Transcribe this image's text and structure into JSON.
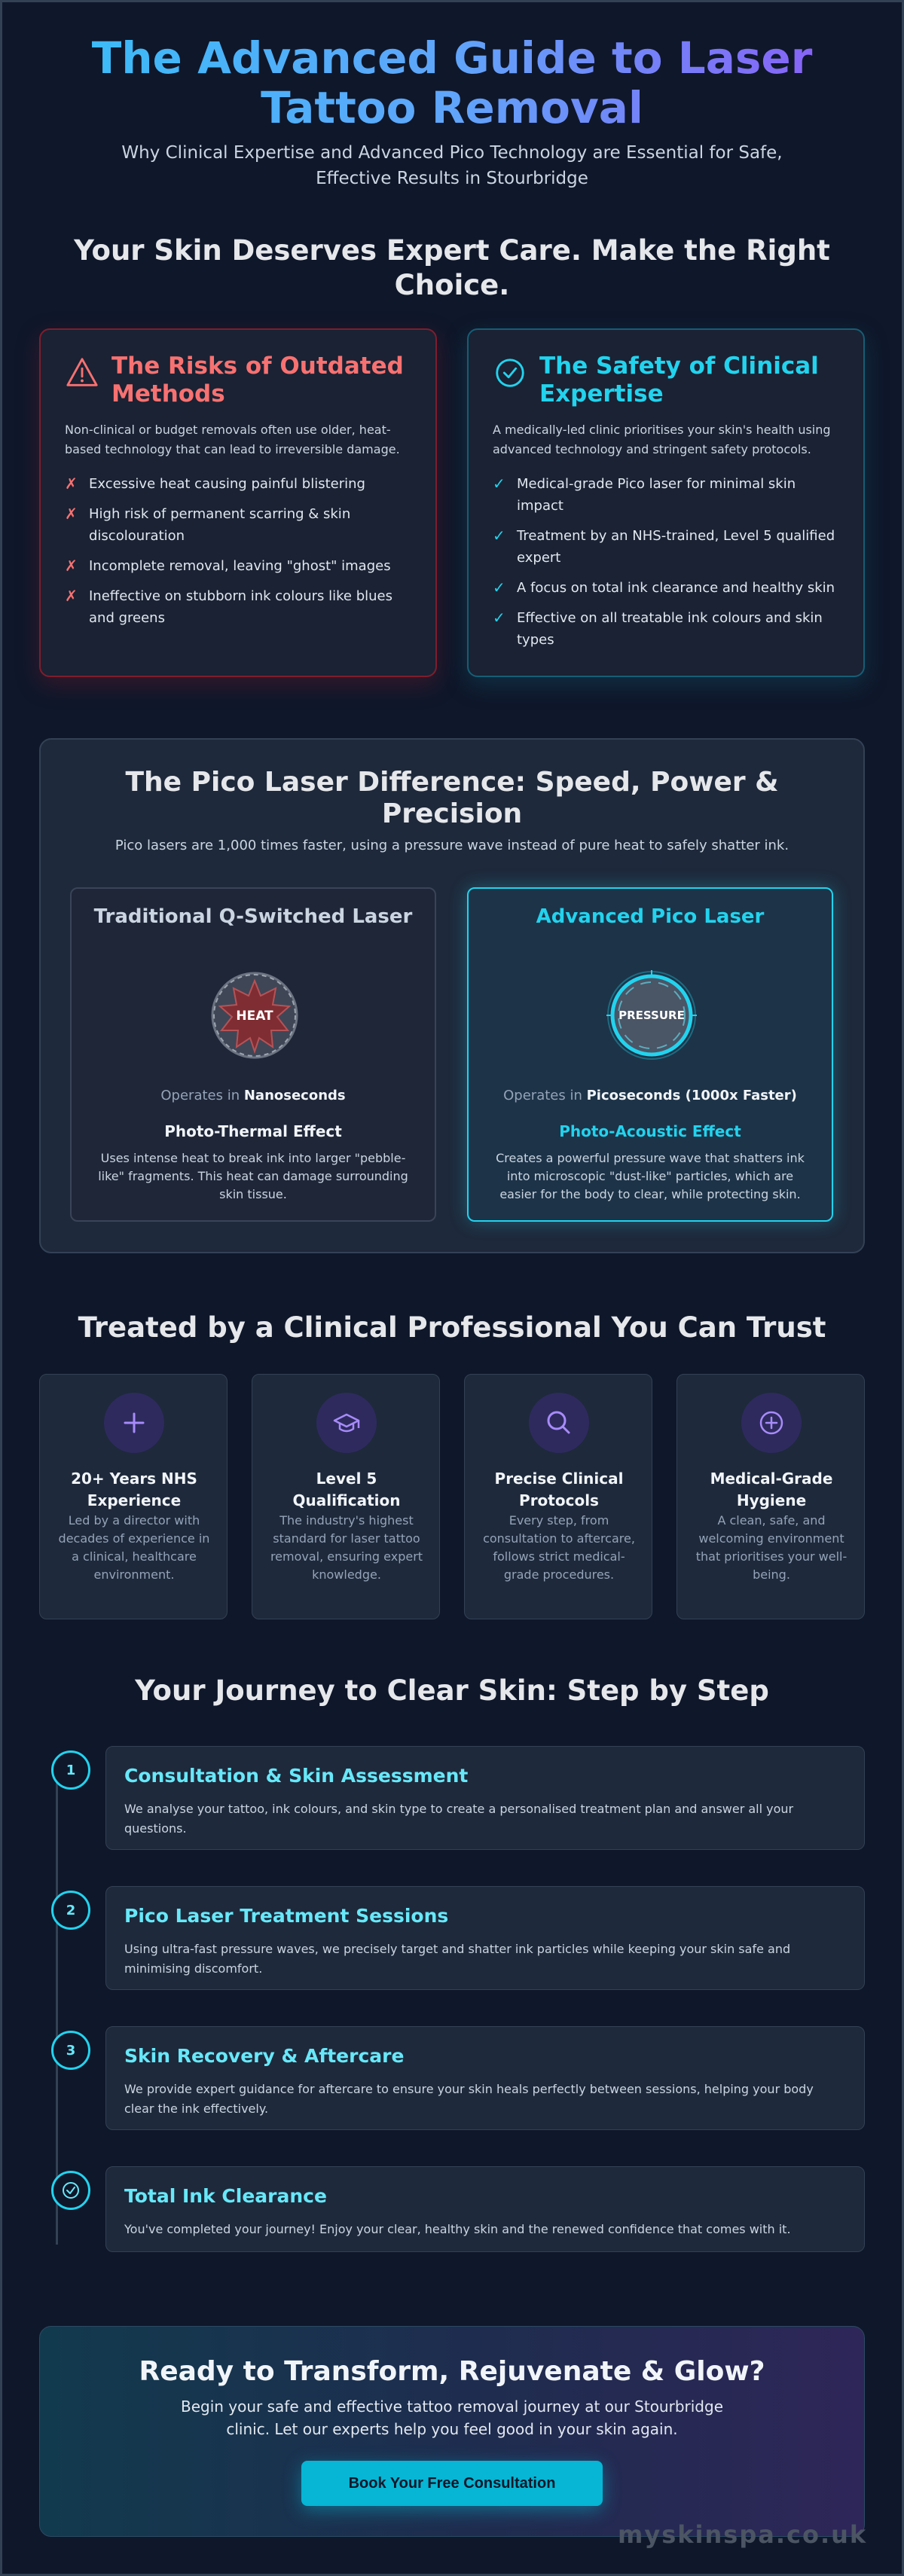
{
  "header": {
    "title": "The Advanced Guide to Laser Tattoo Removal",
    "subtitle": "Why Clinical Expertise and Advanced Pico Technology are Essential for Safe, Effective Results in Stourbridge"
  },
  "comparison": {
    "title": "Your Skin Deserves Expert Care. Make the Right Choice.",
    "risks": {
      "heading": "The Risks of Outdated Methods",
      "intro": "Non-clinical or budget removals often use older, heat-based technology that can lead to irreversible damage.",
      "marker": "✗",
      "items": [
        "Excessive heat causing painful blistering",
        "High risk of permanent scarring & skin discolouration",
        "Incomplete removal, leaving \"ghost\" images",
        "Ineffective on stubborn ink colours like blues and greens"
      ]
    },
    "safety": {
      "heading": "The Safety of Clinical Expertise",
      "intro": "A medically-led clinic prioritises your skin's health using advanced technology and stringent safety protocols.",
      "marker": "✓",
      "items": [
        "Medical-grade Pico laser for minimal skin impact",
        "Treatment by an NHS-trained, Level 5 qualified expert",
        "A focus on total ink clearance and healthy skin",
        "Effective on all treatable ink colours and skin types"
      ]
    }
  },
  "pico": {
    "title": "The Pico Laser Difference: Speed, Power & Precision",
    "subtitle": "Pico lasers are 1,000 times faster, using a pressure wave instead of pure heat to safely shatter ink.",
    "traditional": {
      "title": "Traditional Q-Switched Laser",
      "badge": "HEAT",
      "operates_prefix": "Operates in",
      "operates_value": "Nanoseconds",
      "effect": "Photo-Thermal Effect",
      "description": "Uses intense heat to break ink into larger \"pebble-like\" fragments. This heat can damage surrounding skin tissue."
    },
    "advanced": {
      "title": "Advanced Pico Laser",
      "badge": "PRESSURE",
      "operates_prefix": "Operates in",
      "operates_value": "Picoseconds (1000x Faster)",
      "effect": "Photo-Acoustic Effect",
      "description": "Creates a powerful pressure wave that shatters ink into microscopic \"dust-like\" particles, which are easier for the body to clear, while protecting skin."
    }
  },
  "trust": {
    "title": "Treated by a Clinical Professional You Can Trust",
    "features": [
      {
        "icon": "plus-icon",
        "title": "20+ Years NHS Experience",
        "text": "Led by a director with decades of experience in a clinical, healthcare environment."
      },
      {
        "icon": "graduation-cap-icon",
        "title": "Level 5 Qualification",
        "text": "The industry's highest standard for laser tattoo removal, ensuring expert knowledge."
      },
      {
        "icon": "search-icon",
        "title": "Precise Clinical Protocols",
        "text": "Every step, from consultation to aftercare, follows strict medical-grade procedures."
      },
      {
        "icon": "plus-circle-icon",
        "title": "Medical-Grade Hygiene",
        "text": "A clean, safe, and welcoming environment that prioritises your well-being."
      }
    ]
  },
  "journey": {
    "title": "Your Journey to Clear Skin: Step by Step",
    "steps": [
      {
        "number": "1",
        "title": "Consultation & Skin Assessment",
        "text": "We analyse your tattoo, ink colours, and skin type to create a personalised treatment plan and answer all your questions."
      },
      {
        "number": "2",
        "title": "Pico Laser Treatment Sessions",
        "text": "Using ultra-fast pressure waves, we precisely target and shatter ink particles while keeping your skin safe and minimising discomfort."
      },
      {
        "number": "3",
        "title": "Skin Recovery & Aftercare",
        "text": "We provide expert guidance for aftercare to ensure your skin heals perfectly between sessions, helping your body clear the ink effectively."
      },
      {
        "number": "",
        "title": "Total Ink Clearance",
        "text": "You've completed your journey! Enjoy your clear, healthy skin and the renewed confidence that comes with it."
      }
    ]
  },
  "cta": {
    "title": "Ready to Transform, Rejuvenate & Glow?",
    "text": "Begin your safe and effective tattoo removal journey at our Stourbridge clinic. Let our experts help you feel good in your skin again.",
    "button": "Book Your Free Consultation"
  },
  "watermark": "myskinspa.co.uk",
  "colors": {
    "background": "#0f172a",
    "risk": "#f87171",
    "safe": "#22d3ee",
    "accent": "#06b6d4",
    "purple_icon": "#a78bfa"
  }
}
